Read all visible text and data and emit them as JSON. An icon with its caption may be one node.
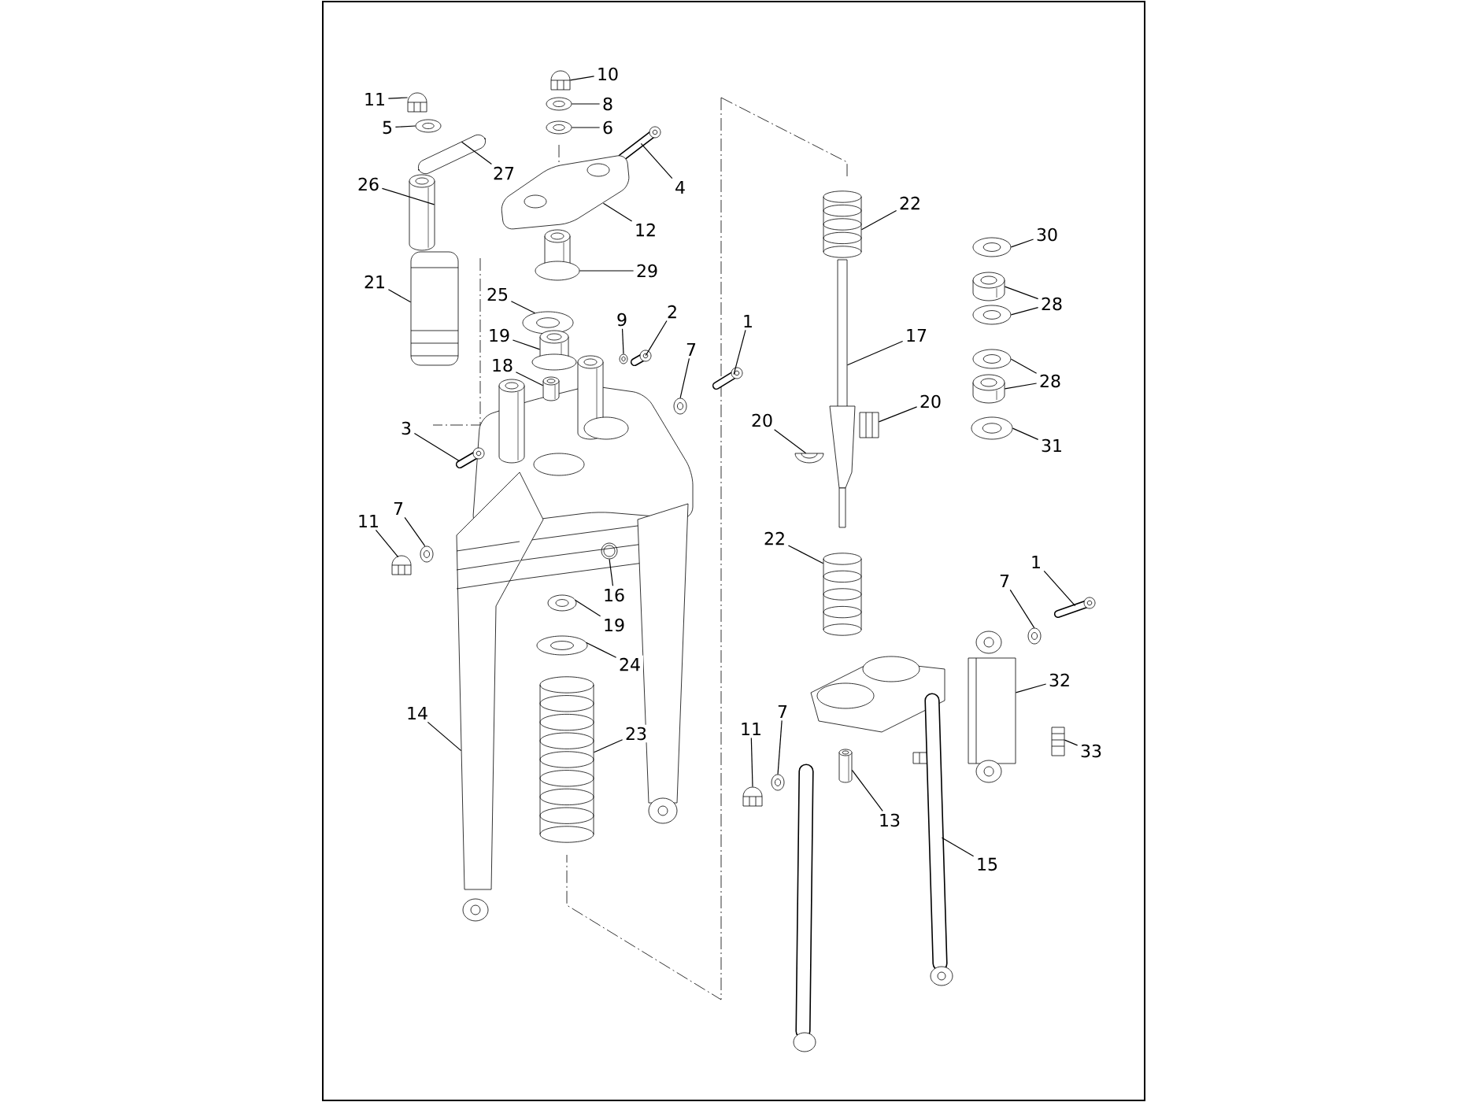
{
  "diagram": {
    "nodes": [
      {
        "text": [
          "11"
        ]
      },
      {
        "text": [
          "10"
        ]
      },
      {
        "text": [
          "5"
        ]
      },
      {
        "text": [
          "8"
        ]
      },
      {
        "text": [
          "6"
        ]
      },
      {
        "text": [
          "27"
        ]
      },
      {
        "text": [
          "4"
        ]
      },
      {
        "text": [
          "26"
        ]
      },
      {
        "text": [
          "12"
        ]
      },
      {
        "text": [
          "29"
        ]
      },
      {
        "text": [
          "21"
        ]
      },
      {
        "text": [
          "25"
        ]
      },
      {
        "text": [
          "22"
        ]
      },
      {
        "text": [
          "30"
        ]
      },
      {
        "text": [
          "28"
        ]
      },
      {
        "text": [
          "17"
        ]
      },
      {
        "text": [
          "28"
        ]
      },
      {
        "text": [
          "31"
        ]
      },
      {
        "text": [
          "9"
        ]
      },
      {
        "text": [
          "2"
        ]
      },
      {
        "text": [
          "1"
        ]
      },
      {
        "text": [
          "19"
        ]
      },
      {
        "text": [
          "18"
        ]
      },
      {
        "text": [
          "7"
        ]
      },
      {
        "text": [
          "20"
        ]
      },
      {
        "text": [
          "20"
        ]
      },
      {
        "text": [
          "3"
        ]
      },
      {
        "text": [
          "11"
        ]
      },
      {
        "text": [
          "7"
        ]
      },
      {
        "text": [
          "22"
        ]
      },
      {
        "text": [
          "16"
        ]
      },
      {
        "text": [
          "1"
        ]
      },
      {
        "text": [
          "19"
        ]
      },
      {
        "text": [
          "7"
        ]
      },
      {
        "text": [
          "24"
        ]
      },
      {
        "text": [
          "32"
        ]
      },
      {
        "text": [
          "14"
        ]
      },
      {
        "text": [
          "23"
        ]
      },
      {
        "text": [
          "11"
        ]
      },
      {
        "text": [
          "7"
        ]
      },
      {
        "text": [
          "33"
        ]
      },
      {
        "text": [
          "13"
        ]
      },
      {
        "text": [
          "15"
        ]
      },
      {
        "text": [],
        "shape": "picture"
      },
      {
        "text": [],
        "shape": "picture"
      },
      {
        "text": [],
        "shape": "picture"
      },
      {
        "text": [],
        "shape": "picture"
      },
      {
        "text": [],
        "shape": "picture"
      },
      {
        "text": [],
        "shape": "picture"
      },
      {
        "text": [],
        "shape": "picture"
      },
      {
        "text": [],
        "shape": "picture"
      },
      {
        "text": [],
        "shape": "picture"
      },
      {
        "text": [],
        "shape": "picture"
      },
      {
        "text": [],
        "shape": "picture"
      },
      {
        "text": [],
        "shape": "picture"
      },
      {
        "text": [],
        "shape": "picture"
      },
      {
        "text": [],
        "shape": "picture"
      },
      {
        "text": [],
        "shape": "picture"
      },
      {
        "text": [],
        "shape": "picture"
      },
      {
        "text": [],
        "shape": "picture"
      },
      {
        "text": [],
        "shape": "picture"
      },
      {
        "text": [],
        "shape": "picture"
      },
      {
        "text": [],
        "shape": "picture"
      },
      {
        "text": [],
        "shape": "picture"
      },
      {
        "text": [],
        "shape": "picture"
      },
      {
        "text": [],
        "shape": "picture"
      },
      {
        "text": [],
        "shape": "picture"
      },
      {
        "text": [],
        "shape": "picture"
      },
      {
        "text": [],
        "shape": "picture"
      },
      {
        "text": [],
        "shape": "picture"
      },
      {
        "text": [],
        "shape": "picture"
      },
      {
        "text": [],
        "shape": "picture"
      },
      {
        "text": [],
        "shape": "picture"
      },
      {
        "text": [],
        "shape": "picture"
      },
      {
        "text": [],
        "shape": "picture"
      },
      {
        "text": [],
        "shape": "picture"
      },
      {
        "text": [],
        "shape": "picture"
      },
      {
        "text": [],
        "shape": "picture"
      },
      {
        "text": [],
        "shape": "picture"
      },
      {
        "text": [],
        "shape": "picture"
      },
      {
        "text": [],
        "shape": "picture"
      },
      {
        "text": [],
        "shape": "picture"
      },
      {
        "text": [],
        "shape": "picture"
      },
      {
        "text": [],
        "shape": "picture"
      },
      {
        "text": [],
        "shape": "picture"
      },
      {
        "text": [],
        "shape": "picture"
      },
      {
        "text": [],
        "shape": "picture"
      },
      {
        "text": [],
        "shape": "picture"
      }
    ],
    "edges": [
      {
        "from": 0,
        "to": 43,
        "arrow": "none"
      },
      {
        "from": 1,
        "to": 44,
        "arrow": "none"
      },
      {
        "from": 2,
        "to": 45,
        "arrow": "none"
      },
      {
        "from": 3,
        "to": 46,
        "arrow": "none"
      },
      {
        "from": 4,
        "to": 47,
        "arrow": "none"
      },
      {
        "from": 5,
        "to": 48,
        "arrow": "none"
      },
      {
        "from": 6,
        "to": 49,
        "arrow": "none"
      },
      {
        "from": 7,
        "to": 50,
        "arrow": "none"
      },
      {
        "from": 8,
        "to": 51,
        "arrow": "none"
      },
      {
        "from": 9,
        "to": 52,
        "arrow": "none"
      },
      {
        "from": 10,
        "to": 53,
        "arrow": "none"
      },
      {
        "from": 11,
        "to": 54,
        "arrow": "none"
      },
      {
        "from": 12,
        "to": 55,
        "arrow": "none"
      },
      {
        "from": 13,
        "to": 56,
        "arrow": "none"
      },
      {
        "from": 14,
        "to": 57,
        "arrow": "none"
      },
      {
        "from": 14,
        "to": 58,
        "arrow": "none"
      },
      {
        "from": 15,
        "to": 59,
        "arrow": "none"
      },
      {
        "from": 16,
        "to": 60,
        "arrow": "none"
      },
      {
        "from": 16,
        "to": 61,
        "arrow": "none"
      },
      {
        "from": 17,
        "to": 62,
        "arrow": "none"
      },
      {
        "from": 18,
        "to": 63,
        "arrow": "none"
      },
      {
        "from": 19,
        "to": 64,
        "arrow": "none"
      },
      {
        "from": 20,
        "to": 65,
        "arrow": "none"
      },
      {
        "from": 21,
        "to": 66,
        "arrow": "none"
      },
      {
        "from": 22,
        "to": 67,
        "arrow": "none"
      },
      {
        "from": 23,
        "to": 68,
        "arrow": "none"
      },
      {
        "from": 24,
        "to": 69,
        "arrow": "none"
      },
      {
        "from": 25,
        "to": 70,
        "arrow": "none"
      },
      {
        "from": 26,
        "to": 71,
        "arrow": "none"
      },
      {
        "from": 27,
        "to": 72,
        "arrow": "none"
      },
      {
        "from": 28,
        "to": 73,
        "arrow": "none"
      },
      {
        "from": 29,
        "to": 74,
        "arrow": "none"
      },
      {
        "from": 30,
        "to": 75,
        "arrow": "none"
      },
      {
        "from": 31,
        "to": 76,
        "arrow": "none"
      },
      {
        "from": 32,
        "to": 77,
        "arrow": "none"
      },
      {
        "from": 33,
        "to": 78,
        "arrow": "none"
      },
      {
        "from": 34,
        "to": 79,
        "arrow": "none"
      },
      {
        "from": 35,
        "to": 80,
        "arrow": "none"
      },
      {
        "from": 36,
        "to": 81,
        "arrow": "none"
      },
      {
        "from": 37,
        "to": 82,
        "arrow": "none"
      },
      {
        "from": 38,
        "to": 83,
        "arrow": "none"
      },
      {
        "from": 39,
        "to": 84,
        "arrow": "none"
      },
      {
        "from": 40,
        "to": 85,
        "arrow": "none"
      },
      {
        "from": 41,
        "to": 86,
        "arrow": "none"
      },
      {
        "from": 42,
        "to": 87,
        "arrow": "none"
      }
    ]
  }
}
